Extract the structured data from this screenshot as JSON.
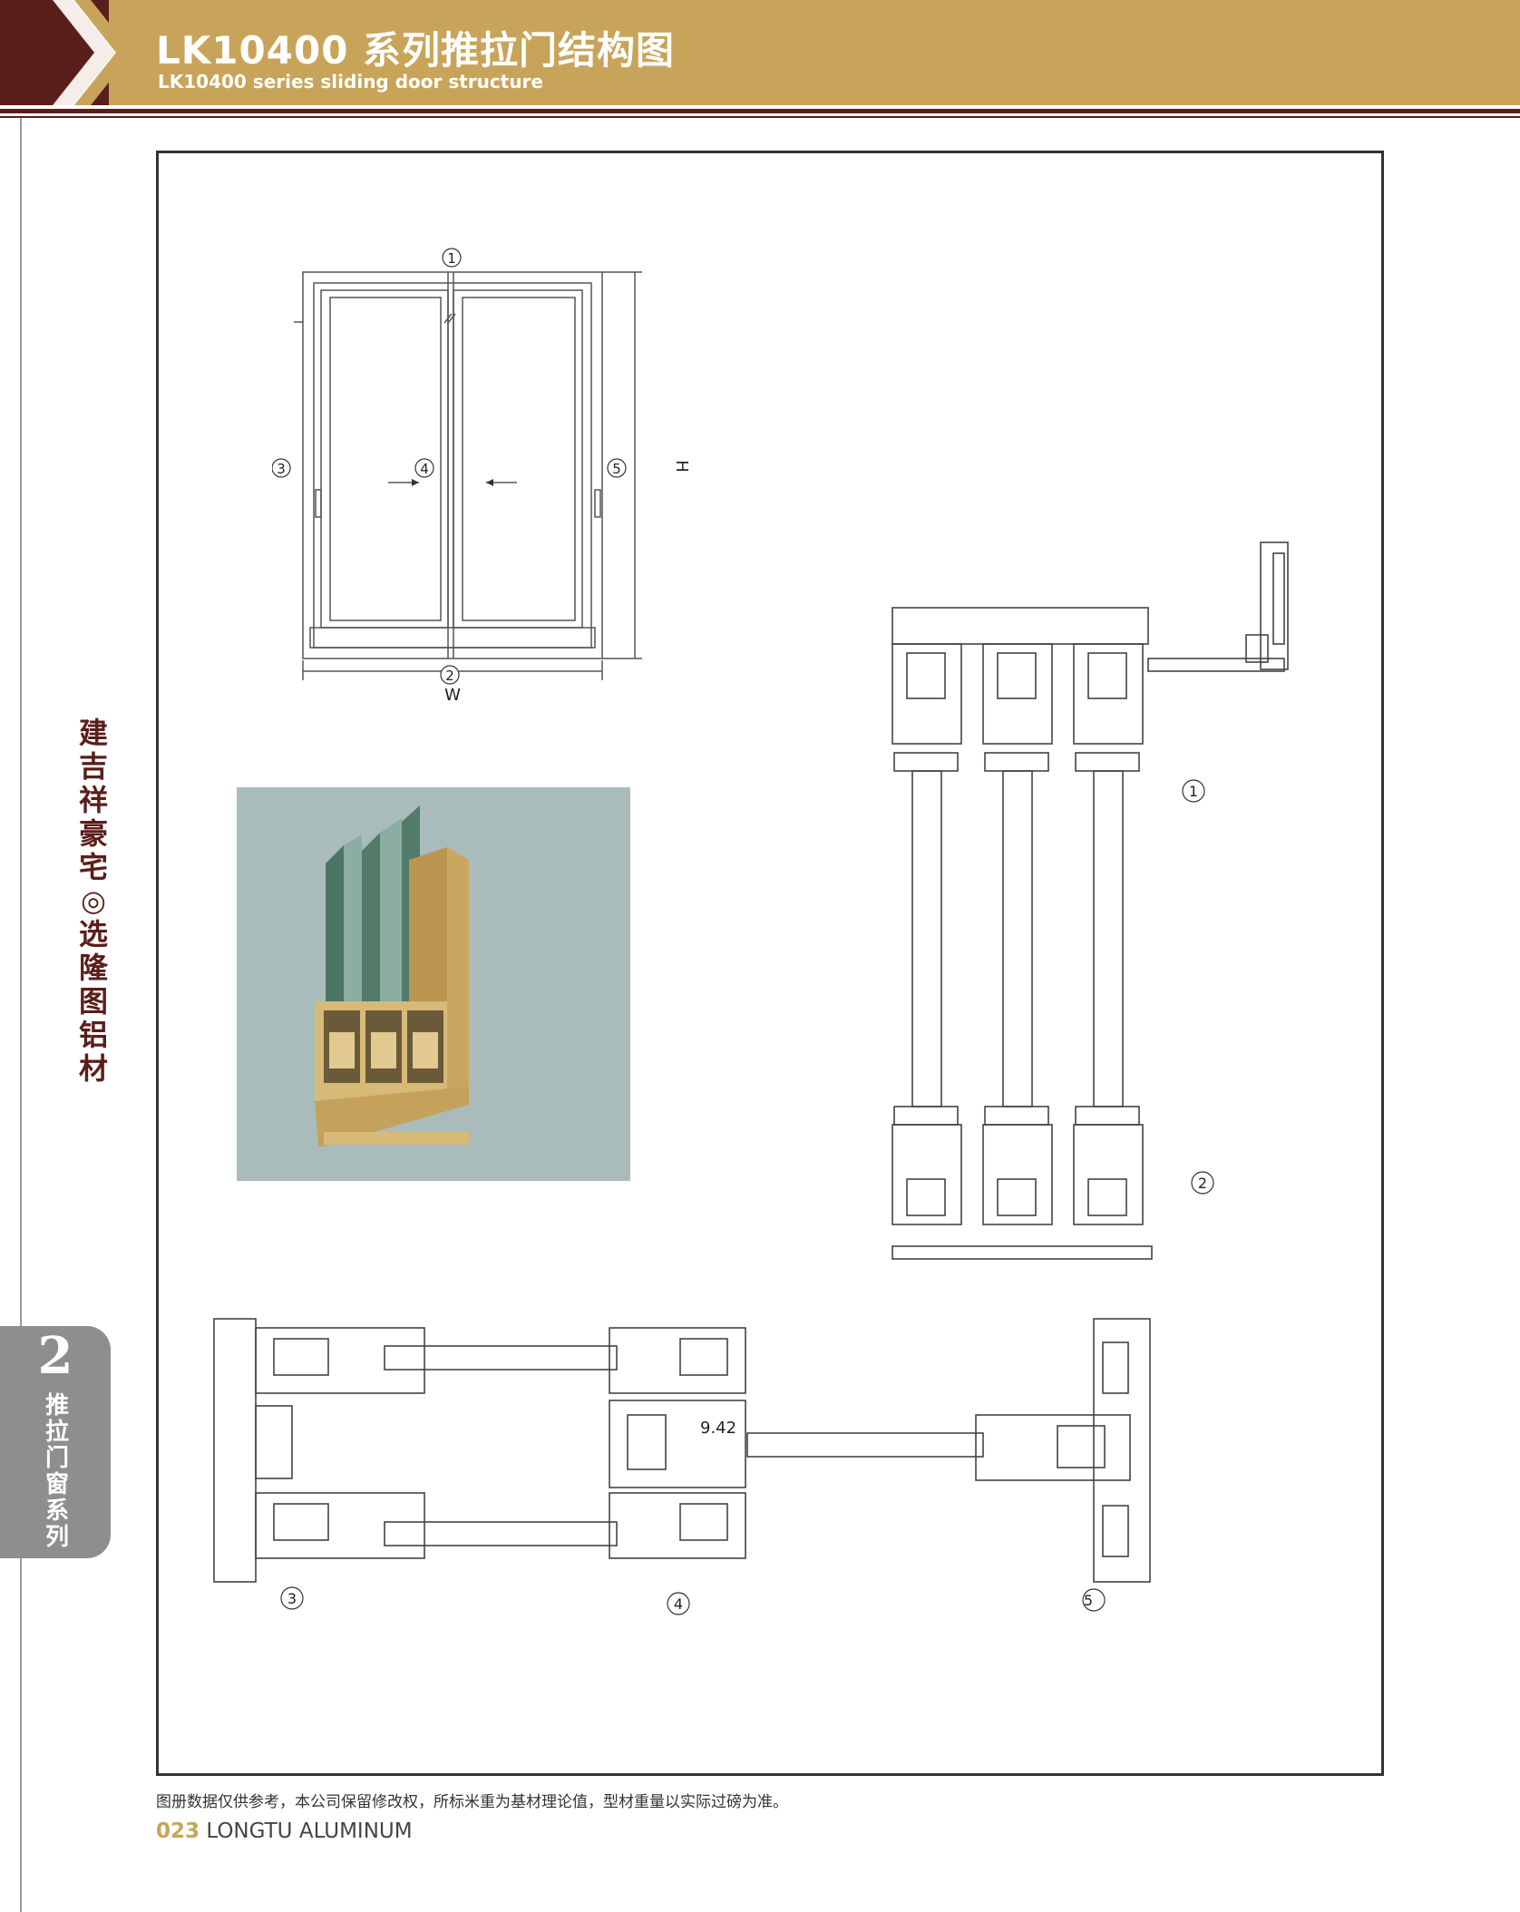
{
  "header": {
    "title": "LK10400 系列推拉门结构图",
    "subtitle": "LK10400 series sliding door structure"
  },
  "sidebar": {
    "slogan": "建吉祥豪宅◎选隆图铝材",
    "section_number": "2",
    "section_label": "推拉门窗系列"
  },
  "drawing": {
    "callouts": {
      "c1": "1",
      "c2": "2",
      "c3": "3",
      "c4": "4",
      "c5": "5"
    },
    "dim_width": "W",
    "dim_height": "H",
    "dim_value": "9.42"
  },
  "footer": {
    "note": "图册数据仅供参考，本公司保留修改权，所标米重为基材理论值，型材重量以实际过磅为准。",
    "page_number": "023",
    "brand": "LONGTU ALUMINUM"
  },
  "colors": {
    "gold": "#c8a45a",
    "maroon": "#5a1e1a",
    "tab_gray": "#8e8e8e",
    "photo_bg": "#a9bcbb"
  }
}
